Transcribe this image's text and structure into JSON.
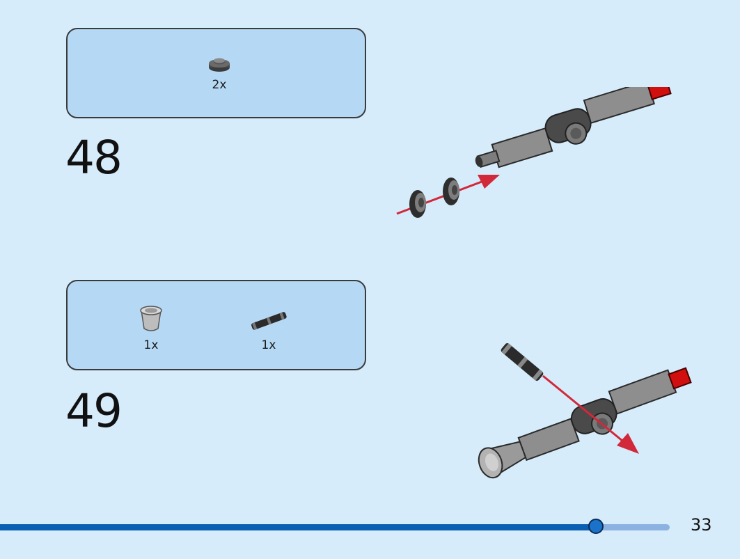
{
  "steps": [
    {
      "number": "48",
      "parts": [
        {
          "icon": "round-plate-icon",
          "quantity": "2x"
        }
      ]
    },
    {
      "number": "49",
      "parts": [
        {
          "icon": "bush-cylinder-icon",
          "quantity": "1x"
        },
        {
          "icon": "axle-pin-icon",
          "quantity": "1x"
        }
      ]
    }
  ],
  "footer": {
    "page_number": "33",
    "progress": 0.89
  },
  "colors": {
    "background": "#d6ecfb",
    "parts_box": "#b5d9f5",
    "arrow": "#d1283a",
    "progress_fill": "#0a5fb3",
    "progress_track": "#8cb2e1"
  }
}
